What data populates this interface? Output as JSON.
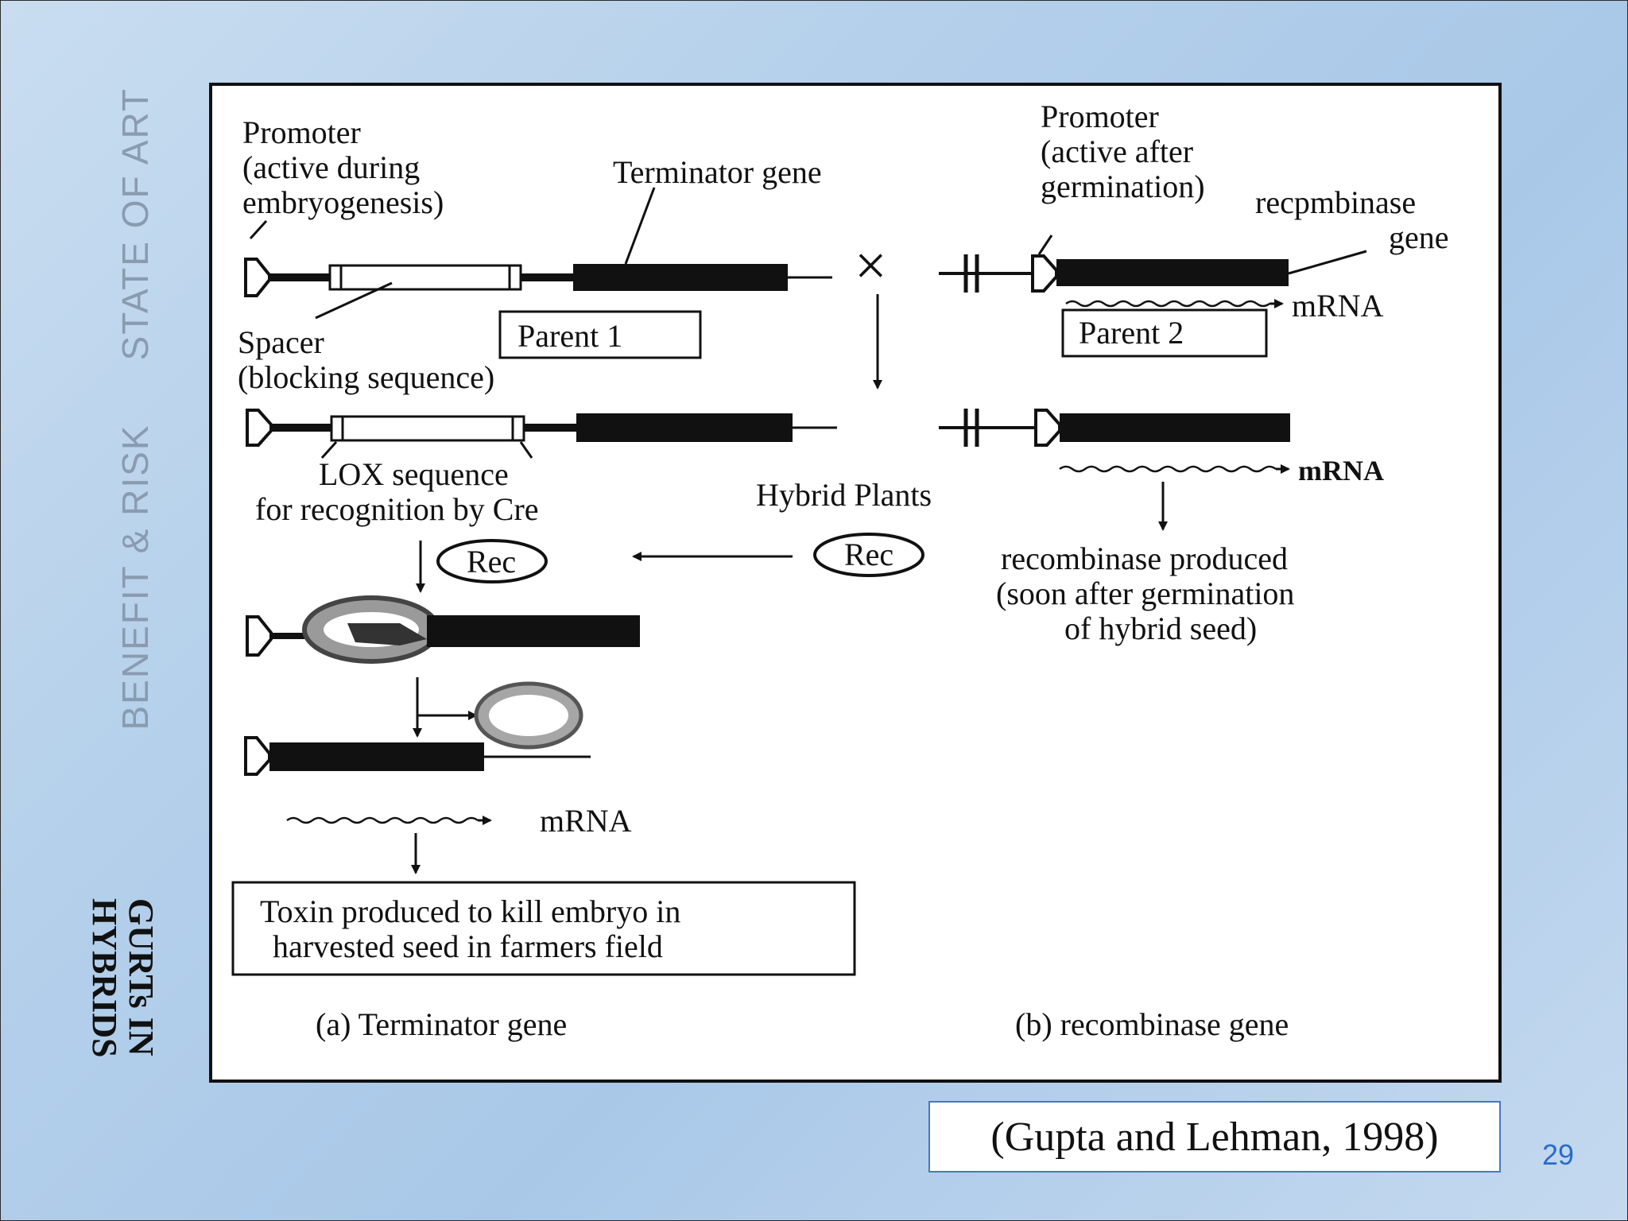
{
  "nav": {
    "item1": "STATE OF ART",
    "item2": "BENEFIT & RISK"
  },
  "side_title": {
    "line1": "GURTs IN",
    "line2": "HYBRIDS"
  },
  "diagram": {
    "promoter1_l1": "Promoter",
    "promoter1_l2": "(active during",
    "promoter1_l3": "embryogenesis)",
    "terminator_gene": "Terminator gene",
    "promoter2_l1": "Promoter",
    "promoter2_l2": "(active after",
    "promoter2_l3": "germination)",
    "recomb_l1": "recpmbinase",
    "recomb_l2": "gene",
    "mrna_top": "mRNA",
    "parent1": "Parent 1",
    "parent2": "Parent 2",
    "spacer_l1": "Spacer",
    "spacer_l2": "(blocking sequence)",
    "cross": "×",
    "lox_l1": "LOX sequence",
    "lox_l2": "for recognition by Cre",
    "hybrid_plants": "Hybrid Plants",
    "mrna_mid": "mRNA",
    "rec_left": "Rec",
    "rec_right": "Rec",
    "recomb_prod_l1": "recombinase produced",
    "recomb_prod_l2": "(soon after germination",
    "recomb_prod_l3": "of hybrid seed)",
    "mrna_bottom": "mRNA",
    "toxin_l1": "Toxin produced to kill embryo in",
    "toxin_l2": "harvested seed in farmers field",
    "caption_a": "(a) Terminator gene",
    "caption_b": "(b) recombinase gene"
  },
  "citation": "(Gupta and Lehman, 1998)",
  "page_number": "29"
}
